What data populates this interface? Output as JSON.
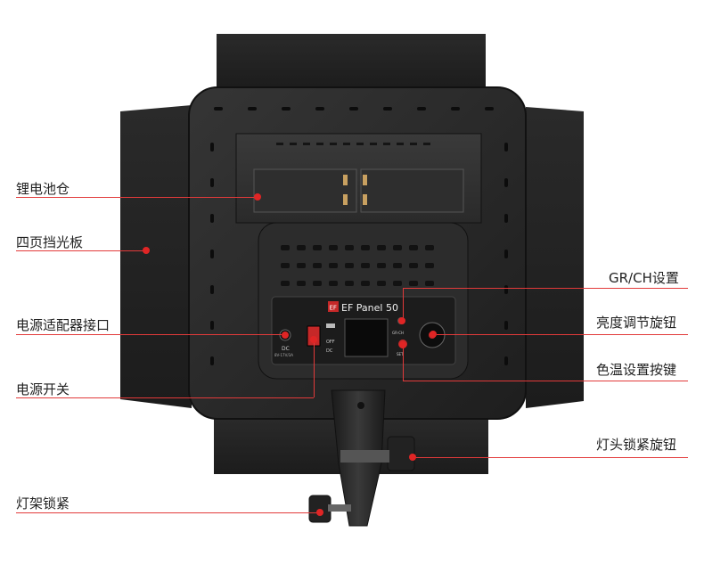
{
  "device": {
    "brand_text": "EF Panel 50",
    "brand_mark": "EF",
    "switch_off": "OFF",
    "switch_dc": "DC",
    "dc_label": "DC",
    "dc_spec": "8V-17V/3A",
    "grch_small": "GR-CH",
    "set_small": "SET"
  },
  "callouts": {
    "battery": "锂电池仓",
    "barndoor": "四页挡光板",
    "adapter": "电源适配器接口",
    "power_switch": "电源开关",
    "stand_lock": "灯架锁紧",
    "grch": "GR/CH设置",
    "brightness": "亮度调节旋钮",
    "color_temp": "色温设置按键",
    "head_lock": "灯头锁紧旋钮"
  },
  "colors": {
    "accent": "#e02525"
  }
}
